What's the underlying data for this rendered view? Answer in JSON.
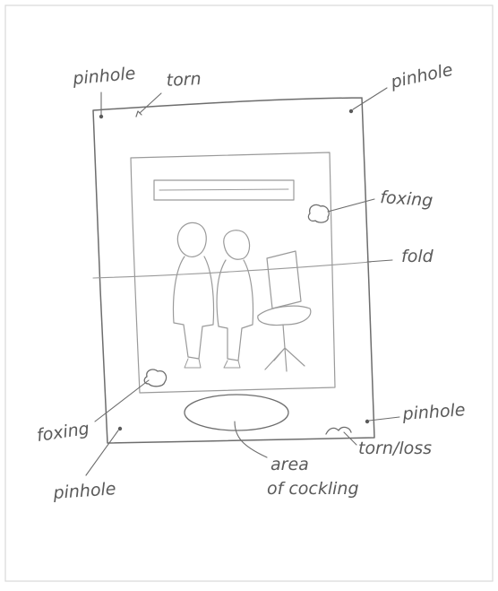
{
  "labels": {
    "pinhole_top_left": "pinhole",
    "torn_top": "torn",
    "pinhole_top_right": "pinhole",
    "foxing_right": "foxing",
    "fold": "fold",
    "foxing_left": "foxing",
    "pinhole_bottom_right": "pinhole",
    "torn_loss": "torn/loss",
    "pinhole_bottom_left": "pinhole",
    "cockling_line1": "area",
    "cockling_line2": "of cockling"
  }
}
